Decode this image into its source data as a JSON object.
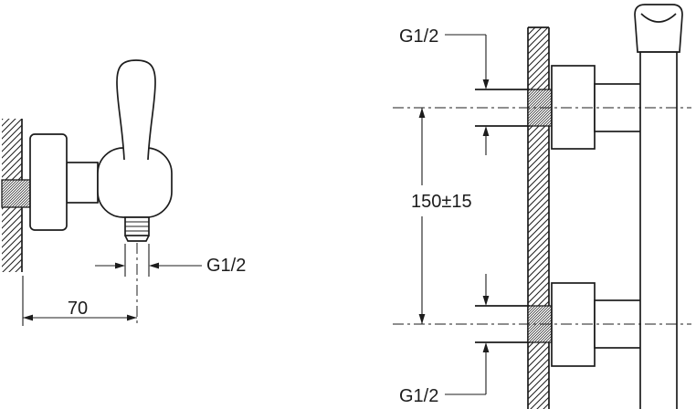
{
  "labels": {
    "left_thread": "G1/2",
    "left_offset": "70",
    "top_thread": "G1/2",
    "center_distance": "150±15",
    "bottom_thread": "G1/2"
  },
  "colors": {
    "line": "#1c1c1c",
    "background": "#ffffff"
  }
}
